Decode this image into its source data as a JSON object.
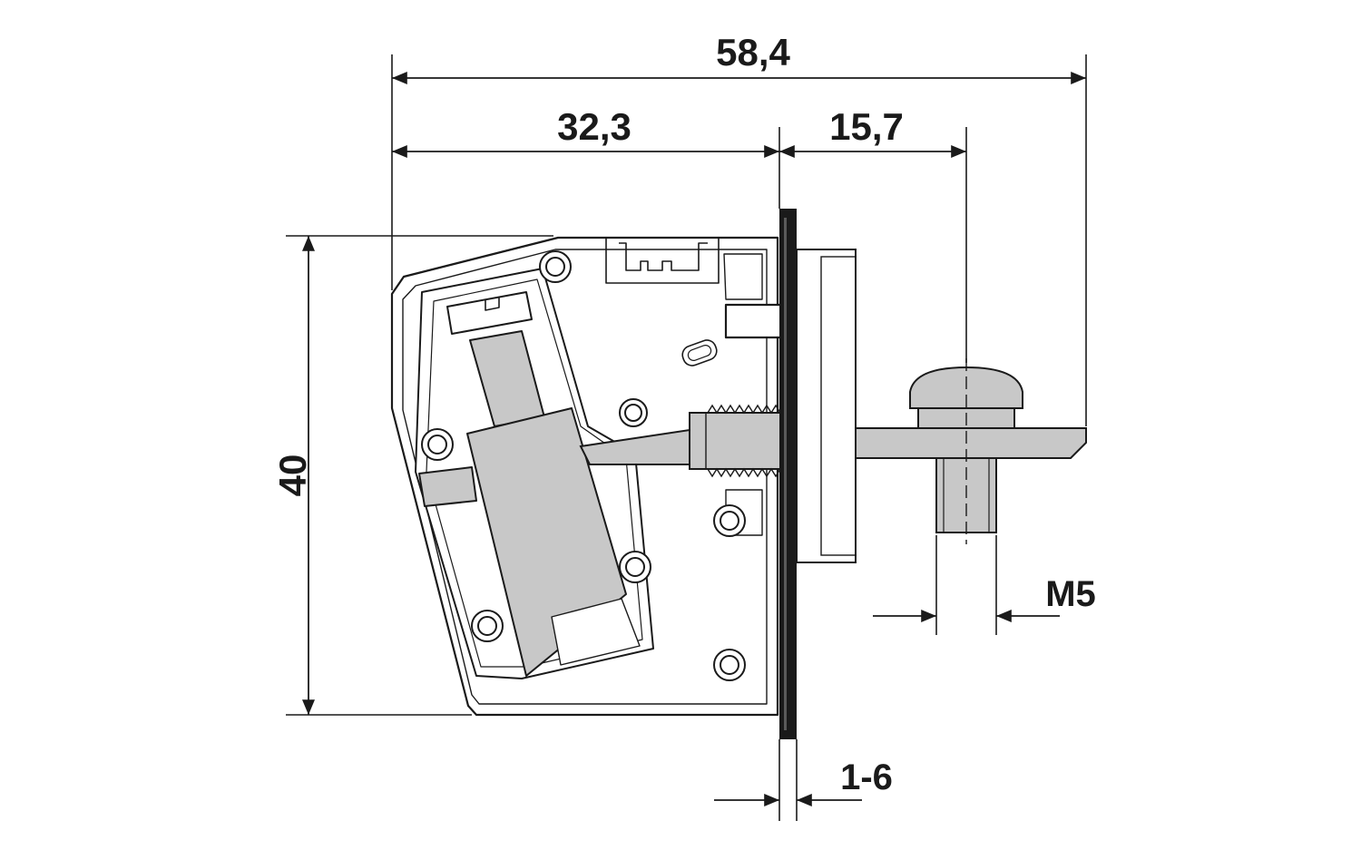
{
  "dimensions": {
    "overall_width": "58,4",
    "housing_depth": "32,3",
    "front_depth": "15,7",
    "height": "40",
    "thread": "M5",
    "panel_thickness": "1-6"
  },
  "colors": {
    "line": "#1a1a1a",
    "part_fill": "#ffffff",
    "shaded_fill": "#c8c8c8",
    "panel_fill": "#1a1a1a"
  }
}
